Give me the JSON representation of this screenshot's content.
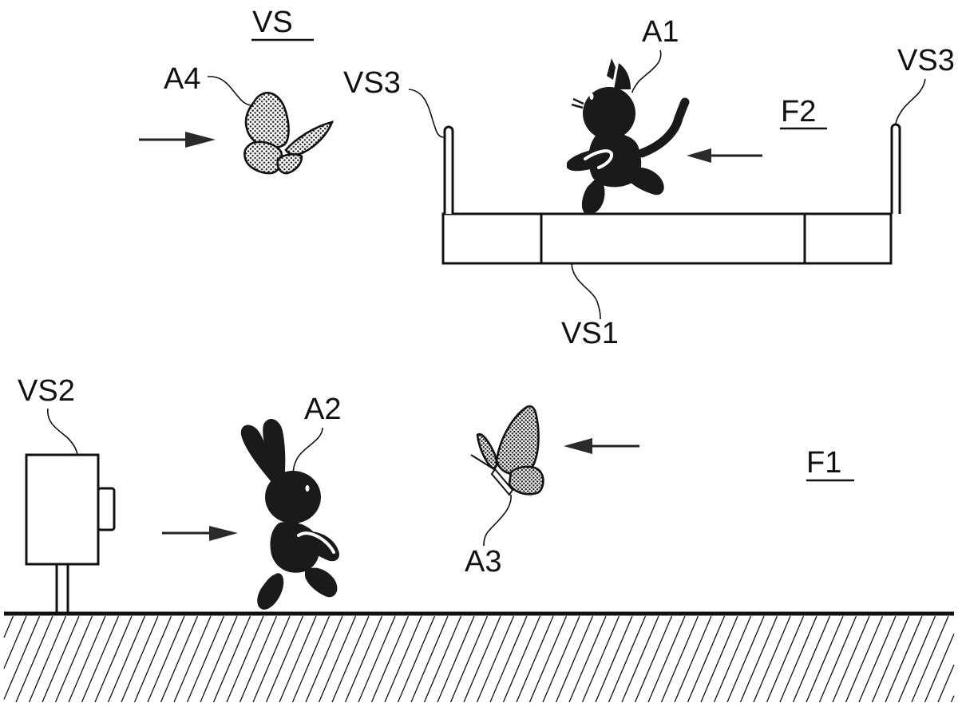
{
  "figure": {
    "title_label": "VS",
    "field_labels": {
      "upper": "F2",
      "lower": "F1"
    },
    "objects": {
      "stage": "VS1",
      "camera": "VS2",
      "posts_left": "VS3",
      "posts_right": "VS3"
    },
    "animals": {
      "cat": "A1",
      "rabbit": "A2",
      "butterfly_lower": "A3",
      "butterfly_upper": "A4"
    },
    "arrows": [
      {
        "name": "arrow-a4",
        "direction": "right"
      },
      {
        "name": "arrow-a1",
        "direction": "left"
      },
      {
        "name": "arrow-a2",
        "direction": "right"
      },
      {
        "name": "arrow-a3",
        "direction": "left"
      }
    ],
    "colors": {
      "ink": "#111111",
      "background": "#ffffff"
    }
  }
}
